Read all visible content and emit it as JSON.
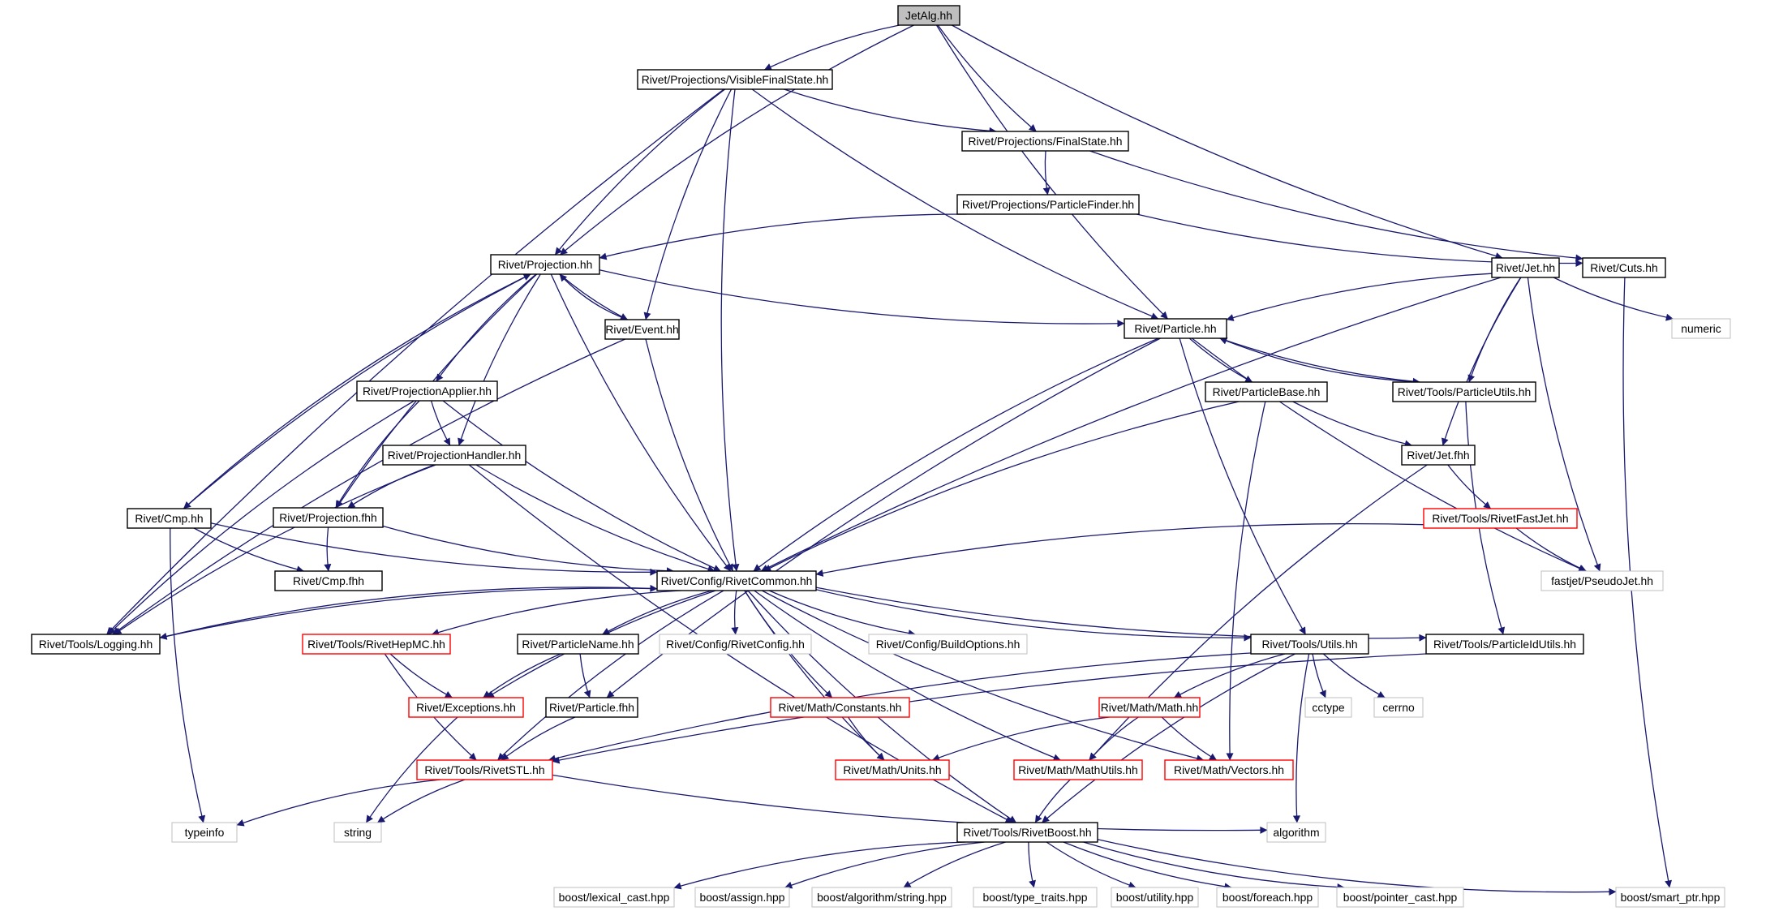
{
  "colors": {
    "edge": "#191970",
    "node_border_normal": "#000000",
    "node_border_truncated": "#ff0000",
    "node_border_external": "#bfbfbf",
    "root_fill": "#bfbfbf",
    "text": "#000000"
  },
  "nodes": [
    {
      "id": "jetalg",
      "label": "JetAlg.hh",
      "kind": "root"
    },
    {
      "id": "visiblefinalstate",
      "label": "Rivet/Projections/VisibleFinalState.hh",
      "kind": "normal"
    },
    {
      "id": "finalstate",
      "label": "Rivet/Projections/FinalState.hh",
      "kind": "normal"
    },
    {
      "id": "particlefinder",
      "label": "Rivet/Projections/ParticleFinder.hh",
      "kind": "normal"
    },
    {
      "id": "projection",
      "label": "Rivet/Projection.hh",
      "kind": "normal"
    },
    {
      "id": "event",
      "label": "Rivet/Event.hh",
      "kind": "normal"
    },
    {
      "id": "jet",
      "label": "Rivet/Jet.hh",
      "kind": "normal"
    },
    {
      "id": "cuts",
      "label": "Rivet/Cuts.hh",
      "kind": "normal"
    },
    {
      "id": "particle",
      "label": "Rivet/Particle.hh",
      "kind": "normal"
    },
    {
      "id": "numeric",
      "label": "numeric",
      "kind": "external"
    },
    {
      "id": "projapplier",
      "label": "Rivet/ProjectionApplier.hh",
      "kind": "normal"
    },
    {
      "id": "particlebase",
      "label": "Rivet/ParticleBase.hh",
      "kind": "normal"
    },
    {
      "id": "particleutils",
      "label": "Rivet/Tools/ParticleUtils.hh",
      "kind": "normal"
    },
    {
      "id": "projhandler",
      "label": "Rivet/ProjectionHandler.hh",
      "kind": "normal"
    },
    {
      "id": "jetfhh",
      "label": "Rivet/Jet.fhh",
      "kind": "normal"
    },
    {
      "id": "cmp",
      "label": "Rivet/Cmp.hh",
      "kind": "normal"
    },
    {
      "id": "projfhh",
      "label": "Rivet/Projection.fhh",
      "kind": "normal"
    },
    {
      "id": "rivetfastjet",
      "label": "Rivet/Tools/RivetFastJet.hh",
      "kind": "truncated"
    },
    {
      "id": "cmpfhh",
      "label": "Rivet/Cmp.fhh",
      "kind": "normal"
    },
    {
      "id": "rivetcommon",
      "label": "Rivet/Config/RivetCommon.hh",
      "kind": "normal"
    },
    {
      "id": "pseudojet",
      "label": "fastjet/PseudoJet.hh",
      "kind": "external"
    },
    {
      "id": "logging",
      "label": "Rivet/Tools/Logging.hh",
      "kind": "normal"
    },
    {
      "id": "rivethepmc",
      "label": "Rivet/Tools/RivetHepMC.hh",
      "kind": "truncated"
    },
    {
      "id": "particlename",
      "label": "Rivet/ParticleName.hh",
      "kind": "normal"
    },
    {
      "id": "rivetconfig",
      "label": "Rivet/Config/RivetConfig.hh",
      "kind": "external"
    },
    {
      "id": "buildoptions",
      "label": "Rivet/Config/BuildOptions.hh",
      "kind": "external"
    },
    {
      "id": "utils",
      "label": "Rivet/Tools/Utils.hh",
      "kind": "normal"
    },
    {
      "id": "particleidutils",
      "label": "Rivet/Tools/ParticleIdUtils.hh",
      "kind": "normal"
    },
    {
      "id": "exceptions",
      "label": "Rivet/Exceptions.hh",
      "kind": "truncated"
    },
    {
      "id": "particlefhh",
      "label": "Rivet/Particle.fhh",
      "kind": "normal"
    },
    {
      "id": "constants",
      "label": "Rivet/Math/Constants.hh",
      "kind": "truncated"
    },
    {
      "id": "math",
      "label": "Rivet/Math/Math.hh",
      "kind": "truncated"
    },
    {
      "id": "cctype",
      "label": "cctype",
      "kind": "external"
    },
    {
      "id": "cerrno",
      "label": "cerrno",
      "kind": "external"
    },
    {
      "id": "rivetstl",
      "label": "Rivet/Tools/RivetSTL.hh",
      "kind": "truncated"
    },
    {
      "id": "units",
      "label": "Rivet/Math/Units.hh",
      "kind": "truncated"
    },
    {
      "id": "mathutils",
      "label": "Rivet/Math/MathUtils.hh",
      "kind": "truncated"
    },
    {
      "id": "vectors",
      "label": "Rivet/Math/Vectors.hh",
      "kind": "truncated"
    },
    {
      "id": "typeinfo",
      "label": "typeinfo",
      "kind": "external"
    },
    {
      "id": "string",
      "label": "string",
      "kind": "external"
    },
    {
      "id": "rivetboost",
      "label": "Rivet/Tools/RivetBoost.hh",
      "kind": "normal"
    },
    {
      "id": "algorithm",
      "label": "algorithm",
      "kind": "external"
    },
    {
      "id": "lexicalcast",
      "label": "boost/lexical_cast.hpp",
      "kind": "external"
    },
    {
      "id": "assign",
      "label": "boost/assign.hpp",
      "kind": "external"
    },
    {
      "id": "algstring",
      "label": "boost/algorithm/string.hpp",
      "kind": "external"
    },
    {
      "id": "typetraits",
      "label": "boost/type_traits.hpp",
      "kind": "external"
    },
    {
      "id": "utility",
      "label": "boost/utility.hpp",
      "kind": "external"
    },
    {
      "id": "foreach",
      "label": "boost/foreach.hpp",
      "kind": "external"
    },
    {
      "id": "pointercast",
      "label": "boost/pointer_cast.hpp",
      "kind": "external"
    },
    {
      "id": "smartptr",
      "label": "boost/smart_ptr.hpp",
      "kind": "external"
    }
  ],
  "edges": [
    [
      "jetalg",
      "visiblefinalstate"
    ],
    [
      "jetalg",
      "finalstate"
    ],
    [
      "jetalg",
      "projection"
    ],
    [
      "jetalg",
      "particle"
    ],
    [
      "jetalg",
      "jet"
    ],
    [
      "visiblefinalstate",
      "finalstate"
    ],
    [
      "visiblefinalstate",
      "projection"
    ],
    [
      "visiblefinalstate",
      "event"
    ],
    [
      "visiblefinalstate",
      "particle"
    ],
    [
      "visiblefinalstate",
      "rivetcommon"
    ],
    [
      "visiblefinalstate",
      "logging"
    ],
    [
      "finalstate",
      "particlefinder"
    ],
    [
      "finalstate",
      "cuts"
    ],
    [
      "particlefinder",
      "projection"
    ],
    [
      "particlefinder",
      "cuts"
    ],
    [
      "projection",
      "event"
    ],
    [
      "projection",
      "particle"
    ],
    [
      "projection",
      "projapplier"
    ],
    [
      "projection",
      "projhandler"
    ],
    [
      "projection",
      "projfhh"
    ],
    [
      "projection",
      "cmp"
    ],
    [
      "projection",
      "rivetcommon"
    ],
    [
      "event",
      "projection"
    ],
    [
      "event",
      "rivetcommon"
    ],
    [
      "event",
      "logging"
    ],
    [
      "jet",
      "particle"
    ],
    [
      "jet",
      "particleutils"
    ],
    [
      "jet",
      "jetfhh"
    ],
    [
      "jet",
      "numeric"
    ],
    [
      "jet",
      "pseudojet"
    ],
    [
      "jet",
      "rivetcommon"
    ],
    [
      "cuts",
      "smartptr"
    ],
    [
      "particle",
      "particlebase"
    ],
    [
      "particle",
      "particleutils"
    ],
    [
      "particle",
      "utils"
    ],
    [
      "particle",
      "particlefhh"
    ],
    [
      "particle",
      "pseudojet"
    ],
    [
      "particle",
      "rivetcommon"
    ],
    [
      "particleutils",
      "particle"
    ],
    [
      "particleutils",
      "particleidutils"
    ],
    [
      "particlebase",
      "jetfhh"
    ],
    [
      "particlebase",
      "rivetcommon"
    ],
    [
      "particlebase",
      "vectors"
    ],
    [
      "projapplier",
      "projhandler"
    ],
    [
      "projapplier",
      "projfhh"
    ],
    [
      "projapplier",
      "logging"
    ],
    [
      "projapplier",
      "rivetcommon"
    ],
    [
      "projhandler",
      "projfhh"
    ],
    [
      "projhandler",
      "rivetcommon"
    ],
    [
      "projhandler",
      "logging"
    ],
    [
      "projhandler",
      "rivetboost"
    ],
    [
      "jetfhh",
      "rivetfastjet"
    ],
    [
      "jetfhh",
      "mathutils"
    ],
    [
      "cmp",
      "projection"
    ],
    [
      "cmp",
      "cmpfhh"
    ],
    [
      "cmp",
      "rivetcommon"
    ],
    [
      "cmp",
      "typeinfo"
    ],
    [
      "projfhh",
      "cmpfhh"
    ],
    [
      "projfhh",
      "rivetcommon"
    ],
    [
      "rivetfastjet",
      "pseudojet"
    ],
    [
      "rivetfastjet",
      "rivetcommon"
    ],
    [
      "rivetcommon",
      "logging"
    ],
    [
      "rivetcommon",
      "rivethepmc"
    ],
    [
      "rivetcommon",
      "particlename"
    ],
    [
      "rivetcommon",
      "rivetconfig"
    ],
    [
      "rivetcommon",
      "buildoptions"
    ],
    [
      "rivetcommon",
      "utils"
    ],
    [
      "rivetcommon",
      "particleidutils"
    ],
    [
      "rivetcommon",
      "exceptions"
    ],
    [
      "rivetcommon",
      "constants"
    ],
    [
      "rivetcommon",
      "rivetstl"
    ],
    [
      "rivetcommon",
      "units"
    ],
    [
      "rivetcommon",
      "mathutils"
    ],
    [
      "rivetcommon",
      "vectors"
    ],
    [
      "rivetcommon",
      "rivetboost"
    ],
    [
      "logging",
      "rivetcommon"
    ],
    [
      "rivethepmc",
      "exceptions"
    ],
    [
      "rivethepmc",
      "rivetstl"
    ],
    [
      "particlename",
      "exceptions"
    ],
    [
      "particlename",
      "particlefhh"
    ],
    [
      "utils",
      "math"
    ],
    [
      "utils",
      "cctype"
    ],
    [
      "utils",
      "cerrno"
    ],
    [
      "utils",
      "rivetstl"
    ],
    [
      "utils",
      "rivetboost"
    ],
    [
      "utils",
      "algorithm"
    ],
    [
      "particleidutils",
      "rivetstl"
    ],
    [
      "exceptions",
      "string"
    ],
    [
      "particlefhh",
      "rivetstl"
    ],
    [
      "constants",
      "units"
    ],
    [
      "math",
      "units"
    ],
    [
      "math",
      "mathutils"
    ],
    [
      "math",
      "vectors"
    ],
    [
      "rivetstl",
      "typeinfo"
    ],
    [
      "rivetstl",
      "string"
    ],
    [
      "rivetstl",
      "algorithm"
    ],
    [
      "mathutils",
      "rivetboost"
    ],
    [
      "rivetboost",
      "lexicalcast"
    ],
    [
      "rivetboost",
      "assign"
    ],
    [
      "rivetboost",
      "algstring"
    ],
    [
      "rivetboost",
      "typetraits"
    ],
    [
      "rivetboost",
      "utility"
    ],
    [
      "rivetboost",
      "foreach"
    ],
    [
      "rivetboost",
      "pointercast"
    ],
    [
      "rivetboost",
      "smartptr"
    ]
  ]
}
